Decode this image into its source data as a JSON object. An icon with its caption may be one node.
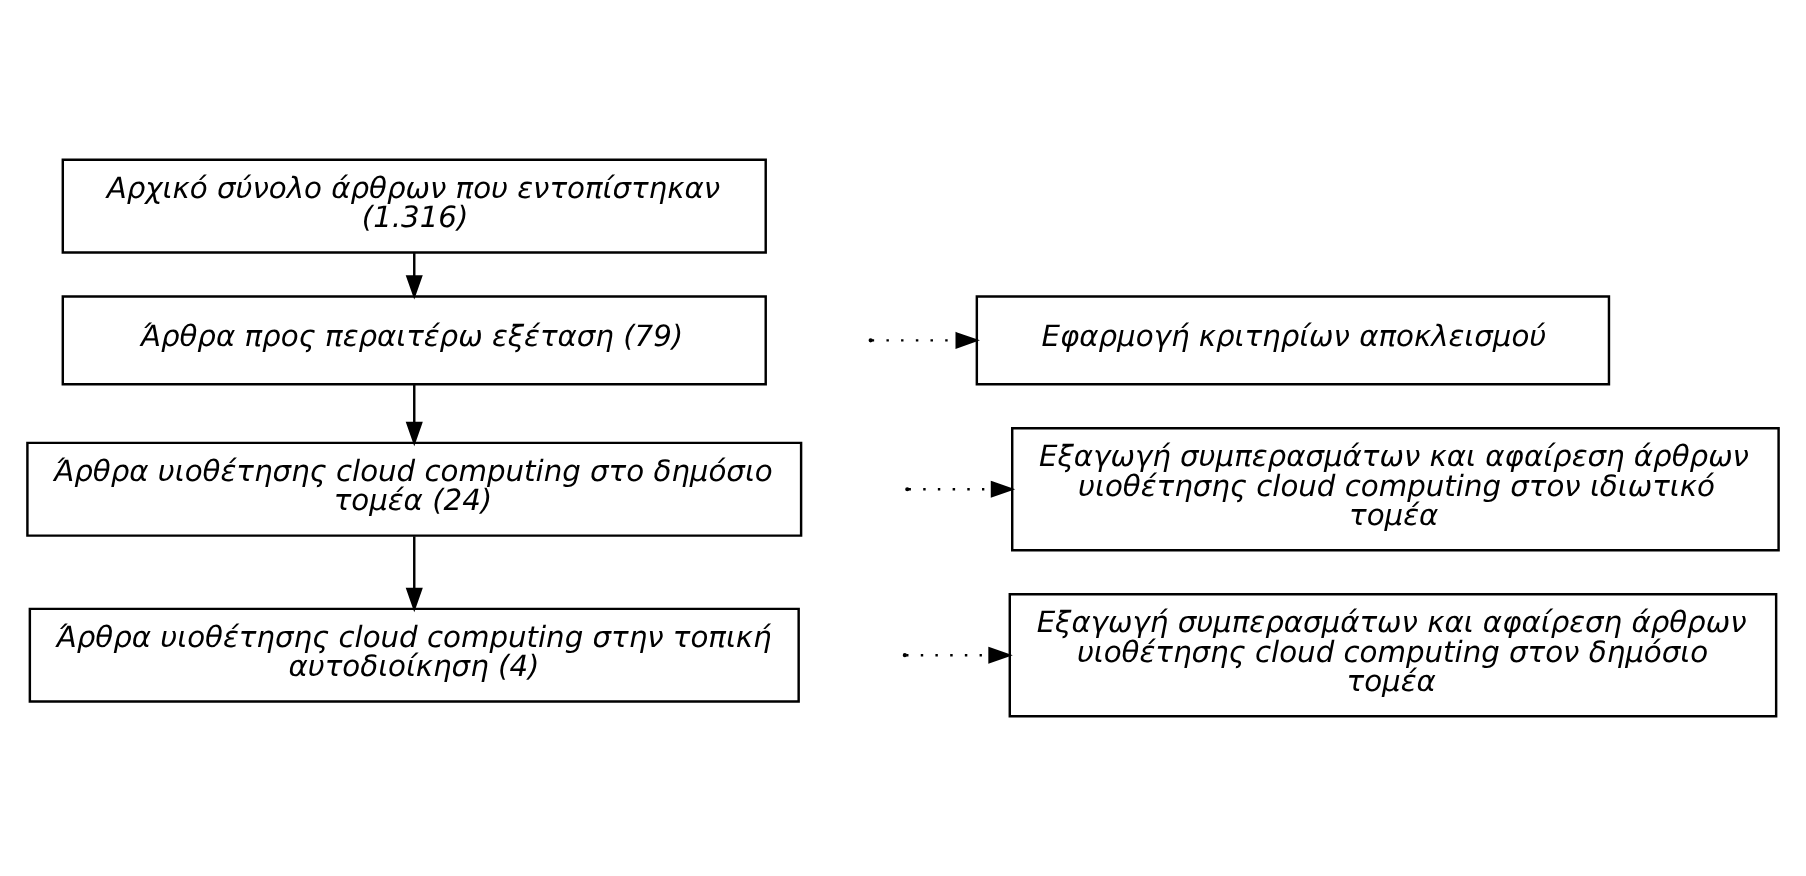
{
  "diagram": {
    "nodes": [
      {
        "text": [
          "Αρχικό σύνολο άρθρων που εντοπίστηκαν (1.316)"
        ]
      },
      {
        "text": [
          "Εφαρμογή κριτηρίων αποκλεισμού"
        ]
      },
      {
        "text": [
          "Άρθρα προς περαιτέρω εξέταση (79)"
        ]
      },
      {
        "text": [
          "Εξαγωγή συμπερασμάτων και αφαίρεση άρθρων υιοθέτησης cloud computing στον ιδιωτικό τομέα"
        ]
      },
      {
        "text": [
          "Άρθρα υιοθέτησης cloud computing στο δημόσιο τομέα (24)"
        ]
      },
      {
        "text": [
          "Εξαγωγή συμπερασμάτων και αφαίρεση άρθρων υιοθέτησης cloud computing στον δημόσιο τομέα"
        ]
      },
      {
        "text": [
          "Άρθρα υιοθέτησης cloud computing στην τοπική αυτοδιοίκηση (4)"
        ]
      }
    ],
    "edges": [
      {
        "from": 0,
        "to": 2,
        "arrow": "to"
      },
      {
        "from": null,
        "to": 1,
        "arrow": "to",
        "style": "dashed"
      },
      {
        "from": 2,
        "to": 4,
        "arrow": "to"
      },
      {
        "from": null,
        "to": 3,
        "arrow": "to",
        "style": "dashed"
      },
      {
        "from": 4,
        "to": 6,
        "arrow": "to"
      },
      {
        "from": null,
        "to": 5,
        "arrow": "to",
        "style": "dashed"
      }
    ]
  }
}
